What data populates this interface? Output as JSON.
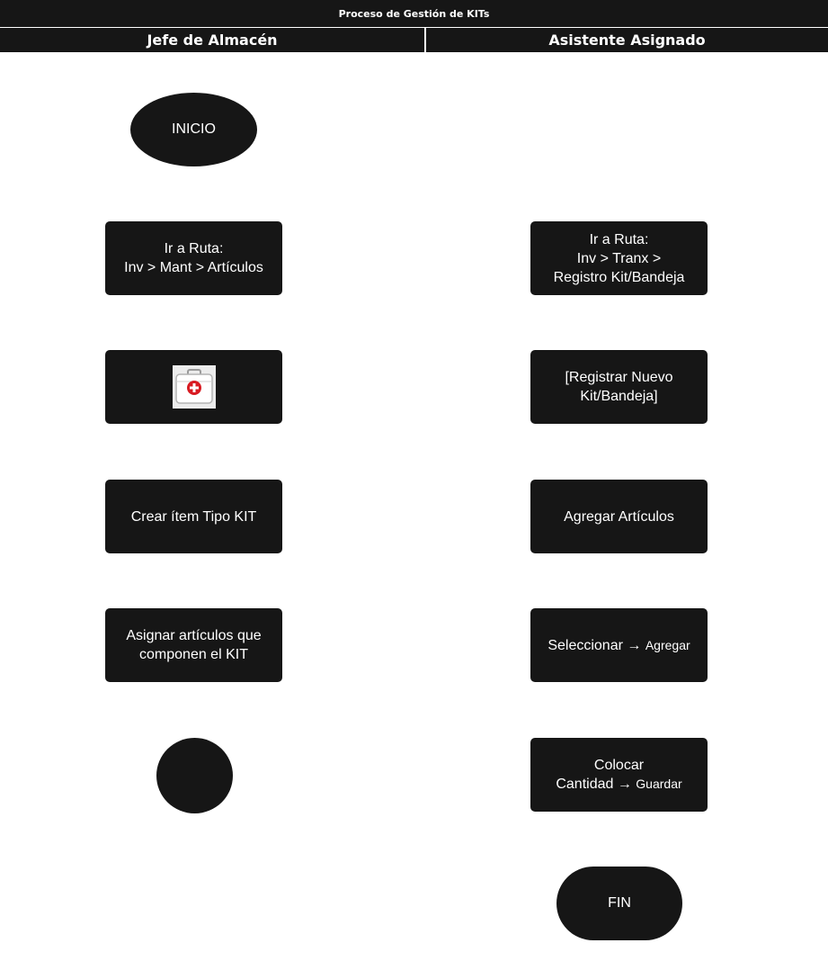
{
  "title": "Proceso de Gestión de KITs",
  "lanes": {
    "left": "Jefe de Almacén",
    "right": "Asistente Asignado"
  },
  "left": {
    "start": "INICIO",
    "route": {
      "line1": "Ir a Ruta:",
      "line2": "Inv > Mant > Artículos"
    },
    "create_item": "Crear ítem Tipo KIT",
    "assign": {
      "line1": "Asignar artículos que",
      "line2": "componen el KIT"
    },
    "kit_icon": "first-aid-kit-icon"
  },
  "right": {
    "route": {
      "line1": "Ir a Ruta:",
      "line2": "Inv > Tranx >",
      "line3": "Registro Kit/Bandeja"
    },
    "register": {
      "line1": "[Registrar Nuevo",
      "line2": "Kit/Bandeja]"
    },
    "add_items": "Agregar Artículos",
    "select": {
      "main": "Seleccionar",
      "arrow": "→",
      "small": "Agregar"
    },
    "quantity": {
      "line1": "Colocar",
      "main": "Cantidad",
      "arrow": "→",
      "small": "Guardar"
    },
    "end": "FIN"
  },
  "colors": {
    "node": "#161616",
    "text": "#ffffff",
    "kit_red": "#d81b22"
  }
}
